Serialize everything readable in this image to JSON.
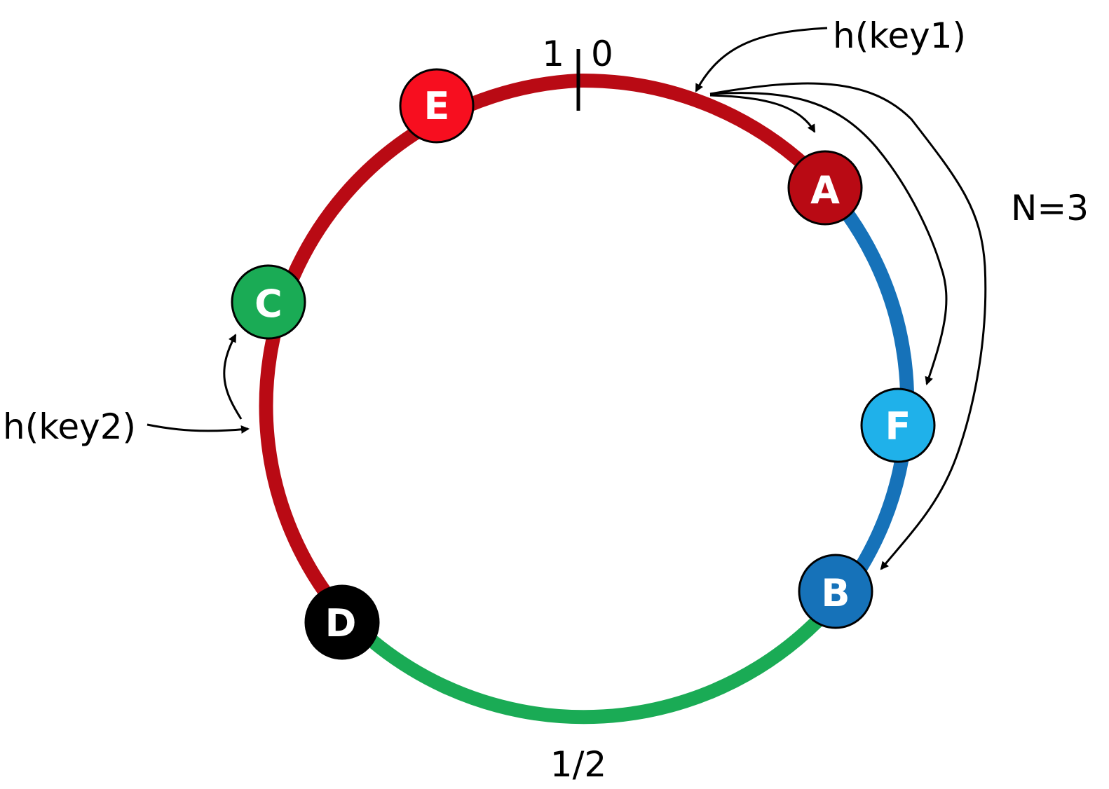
{
  "labels": {
    "top_one": "1",
    "top_zero": "0",
    "bottom_half": "1/2",
    "key1": "h(key1)",
    "key2": "h(key2)",
    "replication": "N=3"
  },
  "colors": {
    "red_arc": "#b90a14",
    "blue_arc": "#1672b9",
    "green_arc": "#1aab55",
    "node_e": "#f70e1f",
    "node_a": "#b90a14",
    "node_f": "#1fb1ea",
    "node_b": "#1672b9",
    "node_c": "#1aab55",
    "node_d": "#000000",
    "outline": "#000000"
  },
  "nodes": [
    {
      "id": "E",
      "label": "E",
      "color_key": "node_e",
      "icon": "ring-node"
    },
    {
      "id": "A",
      "label": "A",
      "color_key": "node_a",
      "icon": "ring-node"
    },
    {
      "id": "F",
      "label": "F",
      "color_key": "node_f",
      "icon": "ring-node"
    },
    {
      "id": "B",
      "label": "B",
      "color_key": "node_b",
      "icon": "ring-node"
    },
    {
      "id": "D",
      "label": "D",
      "color_key": "node_d",
      "icon": "ring-node"
    },
    {
      "id": "C",
      "label": "C",
      "color_key": "node_c",
      "icon": "ring-node"
    }
  ]
}
